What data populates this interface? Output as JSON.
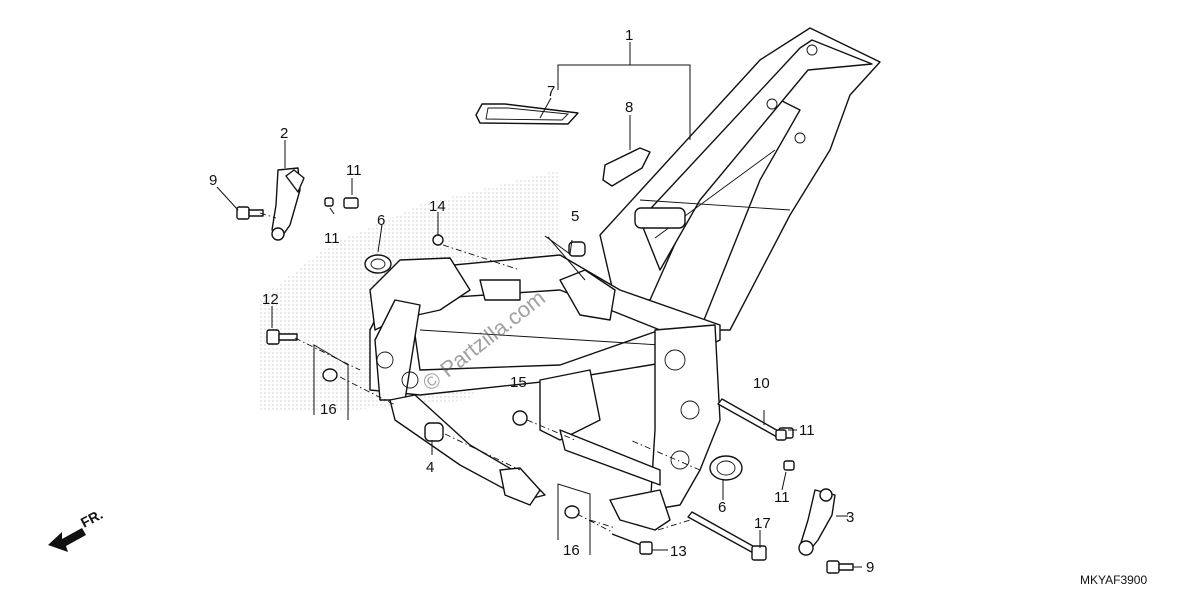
{
  "diagram": {
    "code": "MKYAF3900",
    "watermark": "© Partzilla.com",
    "direction_label": "FR.",
    "callouts": [
      {
        "id": "c1",
        "text": "1"
      },
      {
        "id": "c2",
        "text": "2"
      },
      {
        "id": "c3",
        "text": "3"
      },
      {
        "id": "c4",
        "text": "4"
      },
      {
        "id": "c5",
        "text": "5"
      },
      {
        "id": "c6a",
        "text": "6"
      },
      {
        "id": "c6b",
        "text": "6"
      },
      {
        "id": "c7",
        "text": "7"
      },
      {
        "id": "c8",
        "text": "8"
      },
      {
        "id": "c9a",
        "text": "9"
      },
      {
        "id": "c9b",
        "text": "9"
      },
      {
        "id": "c10",
        "text": "10"
      },
      {
        "id": "c11a",
        "text": "11"
      },
      {
        "id": "c11b",
        "text": "11"
      },
      {
        "id": "c11c",
        "text": "11"
      },
      {
        "id": "c11d",
        "text": "11"
      },
      {
        "id": "c12",
        "text": "12"
      },
      {
        "id": "c13",
        "text": "13"
      },
      {
        "id": "c14",
        "text": "14"
      },
      {
        "id": "c15",
        "text": "15"
      },
      {
        "id": "c16a",
        "text": "16"
      },
      {
        "id": "c16b",
        "text": "16"
      },
      {
        "id": "c17",
        "text": "17"
      }
    ]
  }
}
